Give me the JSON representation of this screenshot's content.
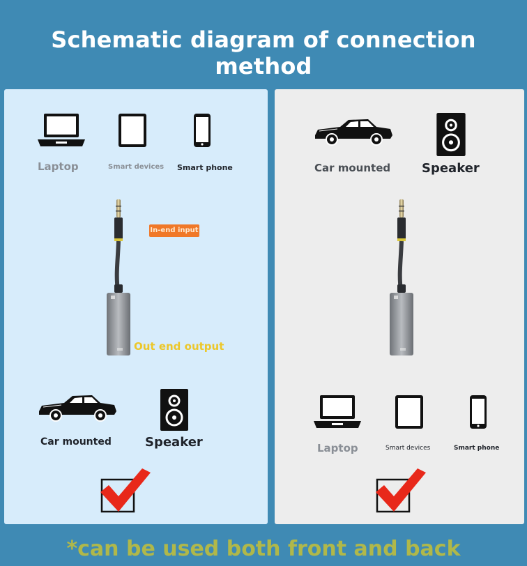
{
  "title": "Schematic diagram of connection method",
  "left": {
    "sources": {
      "laptop": "Laptop",
      "smart_devices": "Smart devices",
      "smart_phone": "Smart phone"
    },
    "in_tag": "In-end input",
    "out_tag": "Out end output",
    "outputs": {
      "car": "Car mounted",
      "speaker": "Speaker"
    }
  },
  "right": {
    "sources": {
      "car": "Car mounted",
      "speaker": "Speaker"
    },
    "outputs": {
      "laptop": "Laptop",
      "smart_devices": "Smart devices",
      "smart_phone": "Smart phone"
    }
  },
  "footer_note": "*can be used both front and back",
  "colors": {
    "header": "#3f8ab4",
    "panel_left": "#d7ecfb",
    "panel_right": "#ededed",
    "check": "#e8281a",
    "tag_input": "#f07828",
    "tag_output": "#ecc72a",
    "note": "#b0b84a"
  }
}
